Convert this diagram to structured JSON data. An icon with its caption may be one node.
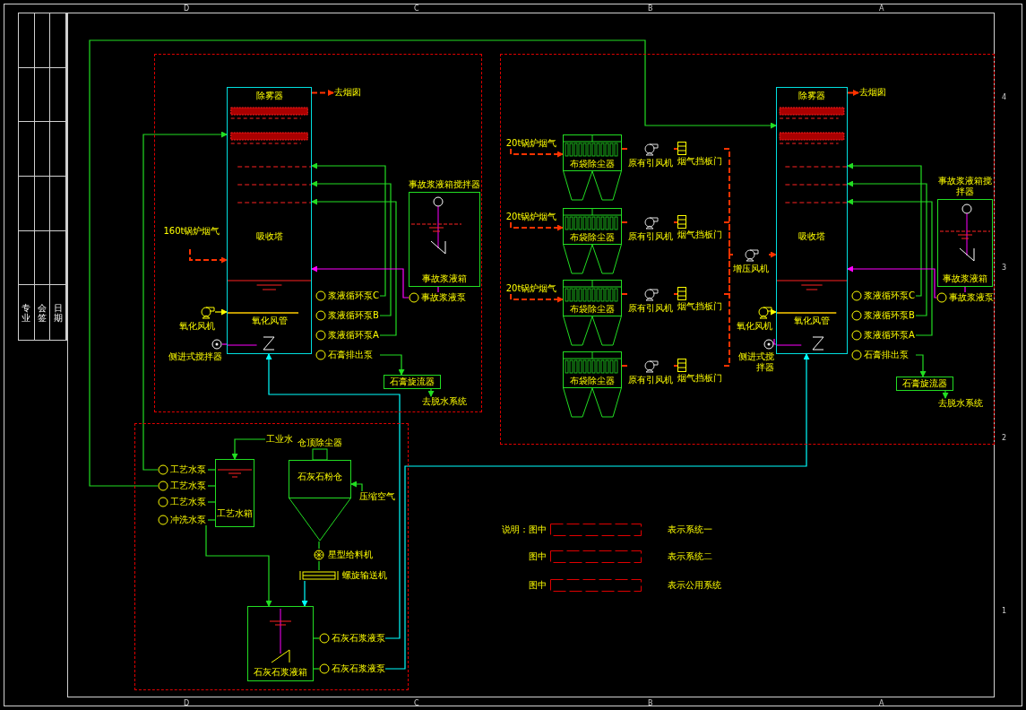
{
  "diagram": {
    "nodes": [
      {
        "text": [],
        "shape": "box"
      },
      {
        "text": [],
        "shape": "box"
      },
      {
        "text": [],
        "shape": "box"
      },
      {
        "text": [
          "除雾器",
          "吸收塔",
          "氧化风管"
        ],
        "in": 0
      },
      {
        "text": [
          "去烟囱"
        ],
        "in": 0
      },
      {
        "text": [
          "160t锅炉烟气"
        ],
        "in": 0
      },
      {
        "text": [
          "氧化风机"
        ],
        "in": 0
      },
      {
        "text": [
          "侧进式搅拌器"
        ],
        "in": 0
      },
      {
        "text": [
          "浆液循环泵C"
        ],
        "in": 0
      },
      {
        "text": [
          "浆液循环泵B"
        ],
        "in": 0
      },
      {
        "text": [
          "浆液循环泵A"
        ],
        "in": 0
      },
      {
        "text": [
          "石膏排出泵"
        ],
        "in": 0
      },
      {
        "text": [
          "事故浆液箱搅拌器",
          "事故浆液箱"
        ],
        "in": 0
      },
      {
        "text": [
          "事故浆液泵"
        ],
        "in": 0
      },
      {
        "text": [
          "石膏旋流器"
        ],
        "in": 0
      },
      {
        "text": [
          "去脱水系统"
        ],
        "in": 0
      },
      {
        "text": [
          "布袋除尘器"
        ],
        "in": 1
      },
      {
        "text": [
          "布袋除尘器"
        ],
        "in": 1
      },
      {
        "text": [
          "布袋除尘器"
        ],
        "in": 1
      },
      {
        "text": [
          "布袋除尘器"
        ],
        "in": 1
      },
      {
        "text": [
          "20t锅炉烟气"
        ],
        "in": 1
      },
      {
        "text": [
          "20t锅炉烟气"
        ],
        "in": 1
      },
      {
        "text": [
          "20t锅炉烟气"
        ],
        "in": 1
      },
      {
        "text": [
          "原有引风机"
        ],
        "in": 1
      },
      {
        "text": [
          "原有引风机"
        ],
        "in": 1
      },
      {
        "text": [
          "原有引风机"
        ],
        "in": 1
      },
      {
        "text": [
          "原有引风机"
        ],
        "in": 1
      },
      {
        "text": [
          "烟气挡板门"
        ],
        "in": 1
      },
      {
        "text": [
          "烟气挡板门"
        ],
        "in": 1
      },
      {
        "text": [
          "烟气挡板门"
        ],
        "in": 1
      },
      {
        "text": [
          "烟气挡板门"
        ],
        "in": 1
      },
      {
        "text": [
          "增压风机"
        ],
        "in": 1
      },
      {
        "text": [
          "除雾器",
          "吸收塔",
          "氧化风管"
        ],
        "in": 1
      },
      {
        "text": [
          "去烟囱"
        ],
        "in": 1
      },
      {
        "text": [
          "氧化风机"
        ],
        "in": 1
      },
      {
        "text": [
          "侧进式搅拌器"
        ],
        "in": 1
      },
      {
        "text": [
          "浆液循环泵C"
        ],
        "in": 1
      },
      {
        "text": [
          "浆液循环泵B"
        ],
        "in": 1
      },
      {
        "text": [
          "浆液循环泵A"
        ],
        "in": 1
      },
      {
        "text": [
          "石膏排出泵"
        ],
        "in": 1
      },
      {
        "text": [
          "事故浆液箱搅拌器",
          "事故浆液箱"
        ],
        "in": 1
      },
      {
        "text": [
          "事故浆液泵"
        ],
        "in": 1
      },
      {
        "text": [
          "石膏旋流器"
        ],
        "in": 1
      },
      {
        "text": [
          "去脱水系统"
        ],
        "in": 1
      },
      {
        "text": [
          "工艺水箱"
        ],
        "in": 2
      },
      {
        "text": [
          "工业水"
        ],
        "in": 2
      },
      {
        "text": [
          "工艺水泵"
        ],
        "in": 2
      },
      {
        "text": [
          "工艺水泵"
        ],
        "in": 2
      },
      {
        "text": [
          "工艺水泵"
        ],
        "in": 2
      },
      {
        "text": [
          "冲洗水泵"
        ],
        "in": 2
      },
      {
        "text": [
          "仓顶除尘器",
          "石灰石粉仓"
        ],
        "in": 2
      },
      {
        "text": [
          "压缩空气"
        ],
        "in": 2
      },
      {
        "text": [
          "星型给料机"
        ],
        "in": 2
      },
      {
        "text": [
          "螺旋输送机"
        ],
        "in": 2
      },
      {
        "text": [
          "石灰石浆液箱"
        ],
        "in": 2
      },
      {
        "text": [
          "石灰石浆液泵"
        ],
        "in": 2
      },
      {
        "text": [
          "石灰石浆液泵"
        ],
        "in": 2
      }
    ],
    "edges": [
      {
        "from": 3,
        "to": 4,
        "arrow": "to",
        "style": "dashed",
        "color": "#ff3300"
      },
      {
        "from": 5,
        "to": 3,
        "arrow": "to",
        "style": "dashed",
        "color": "#ff3300"
      },
      {
        "from": 6,
        "to": 3,
        "arrow": "to",
        "color": "#ffff00"
      },
      {
        "from": 7,
        "to": 3,
        "arrow": "none",
        "color": "#ff00ff"
      },
      {
        "from": 8,
        "to": 3,
        "arrow": "to"
      },
      {
        "from": 9,
        "to": 3,
        "arrow": "to"
      },
      {
        "from": 10,
        "to": 3,
        "arrow": "to"
      },
      {
        "from": 11,
        "to": 14,
        "arrow": "to"
      },
      {
        "from": 14,
        "to": 15,
        "arrow": "to"
      },
      {
        "from": 12,
        "to": 13,
        "arrow": "none",
        "color": "#ff00ff"
      },
      {
        "from": 13,
        "to": 3,
        "arrow": "to",
        "color": "#ff00ff"
      },
      {
        "from": 20,
        "to": 16,
        "arrow": "to",
        "style": "dashed",
        "color": "#ff3300"
      },
      {
        "from": 21,
        "to": 17,
        "arrow": "to",
        "style": "dashed",
        "color": "#ff3300"
      },
      {
        "from": 22,
        "to": 18,
        "arrow": "to",
        "style": "dashed",
        "color": "#ff3300"
      },
      {
        "from": 16,
        "to": 23,
        "arrow": "none",
        "style": "dashed",
        "color": "#ff3300"
      },
      {
        "from": 17,
        "to": 24,
        "arrow": "none",
        "style": "dashed",
        "color": "#ff3300"
      },
      {
        "from": 18,
        "to": 25,
        "arrow": "none",
        "style": "dashed",
        "color": "#ff3300"
      },
      {
        "from": 19,
        "to": 26,
        "arrow": "none",
        "style": "dashed",
        "color": "#ff3300"
      },
      {
        "from": 23,
        "to": 27,
        "arrow": "none",
        "style": "dashed",
        "color": "#ff3300"
      },
      {
        "from": 24,
        "to": 28,
        "arrow": "none",
        "style": "dashed",
        "color": "#ff3300"
      },
      {
        "from": 25,
        "to": 29,
        "arrow": "none",
        "style": "dashed",
        "color": "#ff3300"
      },
      {
        "from": 26,
        "to": 30,
        "arrow": "none",
        "style": "dashed",
        "color": "#ff3300"
      },
      {
        "from": 27,
        "to": 31,
        "arrow": "none",
        "style": "dashed",
        "color": "#ff3300"
      },
      {
        "from": 28,
        "to": 31,
        "arrow": "none",
        "style": "dashed",
        "color": "#ff3300"
      },
      {
        "from": 29,
        "to": 31,
        "arrow": "none",
        "style": "dashed",
        "color": "#ff3300"
      },
      {
        "from": 30,
        "to": 31,
        "arrow": "none",
        "style": "dashed",
        "color": "#ff3300"
      },
      {
        "from": 31,
        "to": 32,
        "arrow": "to",
        "style": "dashed",
        "color": "#ff3300"
      },
      {
        "from": 32,
        "to": 33,
        "arrow": "to",
        "style": "dashed",
        "color": "#ff3300"
      },
      {
        "from": 34,
        "to": 32,
        "arrow": "to",
        "color": "#ffff00"
      },
      {
        "from": 35,
        "to": 32,
        "arrow": "none",
        "color": "#ff00ff"
      },
      {
        "from": 36,
        "to": 32,
        "arrow": "to"
      },
      {
        "from": 37,
        "to": 32,
        "arrow": "to"
      },
      {
        "from": 38,
        "to": 32,
        "arrow": "to"
      },
      {
        "from": 39,
        "to": 42,
        "arrow": "to"
      },
      {
        "from": 42,
        "to": 43,
        "arrow": "to"
      },
      {
        "from": 40,
        "to": 41,
        "arrow": "none",
        "color": "#ff00ff"
      },
      {
        "from": 41,
        "to": 32,
        "arrow": "to",
        "color": "#ff00ff"
      },
      {
        "from": 45,
        "to": 44,
        "arrow": "to"
      },
      {
        "from": 44,
        "to": 46,
        "arrow": "none"
      },
      {
        "from": 44,
        "to": 47,
        "arrow": "none"
      },
      {
        "from": 44,
        "to": 48,
        "arrow": "none"
      },
      {
        "from": 46,
        "to": 3,
        "arrow": "to"
      },
      {
        "from": 47,
        "to": 32,
        "arrow": "to"
      },
      {
        "from": 44,
        "to": 49,
        "arrow": "none"
      },
      {
        "from": 49,
        "to": 54,
        "arrow": "to"
      },
      {
        "from": 51,
        "to": 50,
        "arrow": "to"
      },
      {
        "from": 50,
        "to": 52,
        "arrow": "none"
      },
      {
        "from": 52,
        "to": 53,
        "arrow": "none"
      },
      {
        "from": 53,
        "to": 54,
        "arrow": "to",
        "color": "#00ffff"
      },
      {
        "from": 54,
        "to": 55,
        "arrow": "none"
      },
      {
        "from": 54,
        "to": 56,
        "arrow": "none"
      },
      {
        "from": 55,
        "to": 3,
        "arrow": "to",
        "color": "#00ffff"
      },
      {
        "from": 56,
        "to": 32,
        "arrow": "to",
        "color": "#00ffff"
      }
    ],
    "labels": [
      "D",
      "C",
      "B",
      "A",
      "专业",
      "会签",
      "日期",
      "4",
      "3",
      "2",
      "1",
      "说明：图中",
      "图中",
      "图中",
      "D",
      "C",
      "B",
      "A"
    ],
    "legend": [
      {
        "text": "表示系统一"
      },
      {
        "text": "表示系统二"
      },
      {
        "text": "表示公用系统"
      }
    ]
  }
}
